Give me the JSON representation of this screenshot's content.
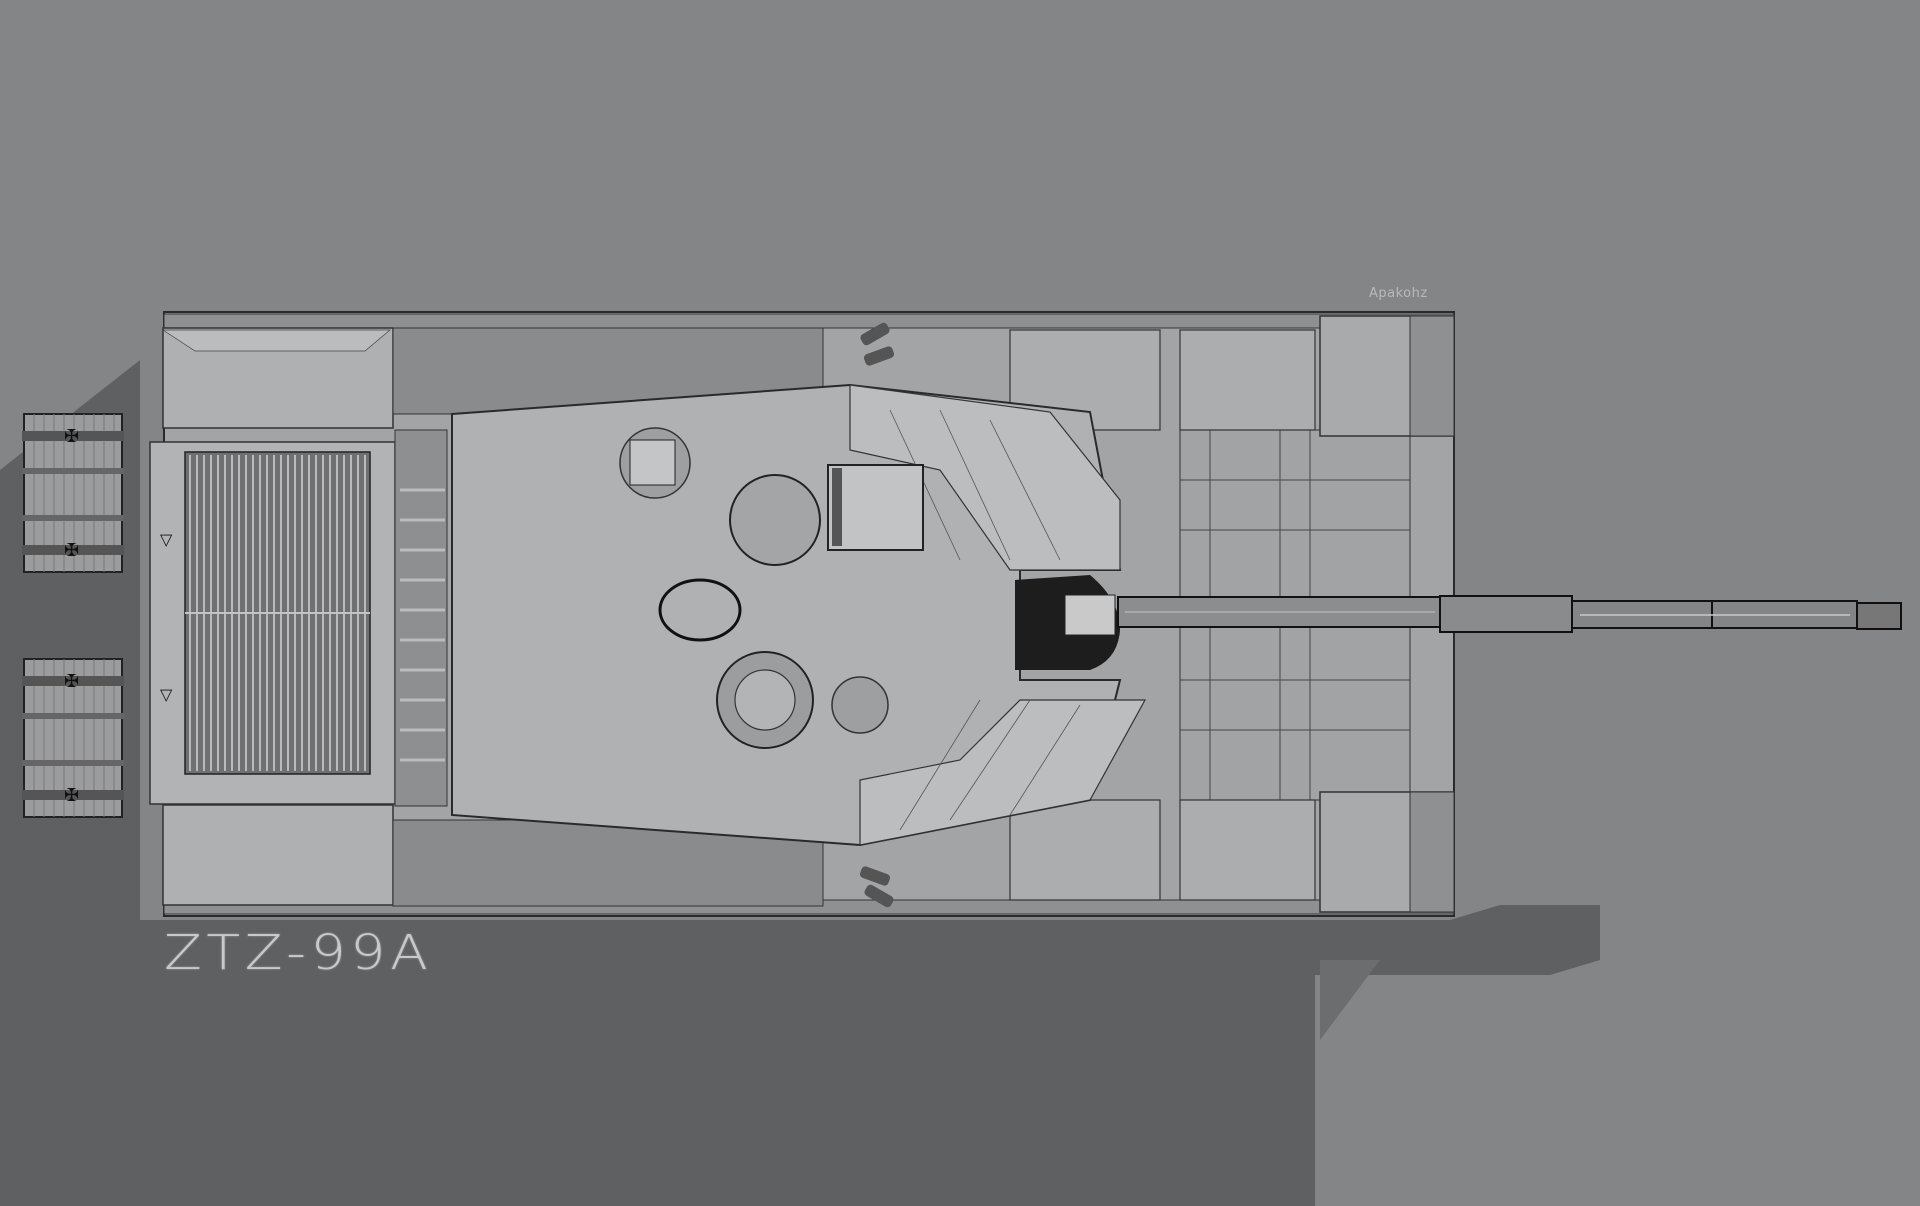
{
  "render": {
    "subject": "tank top-down 3D render",
    "view": "top view",
    "background_color": "#848586",
    "shadow_color": "#5f6062",
    "hull_color": "#a9aaab"
  },
  "labels": {
    "model_name": "ZTZ-99A",
    "author_signature": "Apakohz"
  }
}
